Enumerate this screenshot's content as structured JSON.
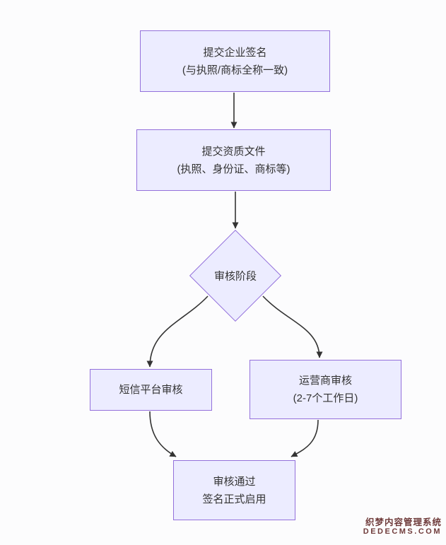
{
  "diagram": {
    "type": "flowchart",
    "direction": "top-down",
    "nodes": {
      "submit_signature": {
        "shape": "rect",
        "line1": "提交企业签名",
        "line2": "(与执照/商标全称一致)"
      },
      "submit_documents": {
        "shape": "rect",
        "line1": "提交资质文件",
        "line2": "(执照、身份证、商标等)"
      },
      "review_stage": {
        "shape": "diamond",
        "label": "审核阶段"
      },
      "sms_review": {
        "shape": "rect",
        "line1": "短信平台审核"
      },
      "carrier_review": {
        "shape": "rect",
        "line1": "运营商审核",
        "line2": "(2-7个工作日)"
      },
      "approved": {
        "shape": "rect",
        "line1": "审核通过",
        "line2": "签名正式启用"
      }
    },
    "edges": [
      {
        "from": "submit_signature",
        "to": "submit_documents"
      },
      {
        "from": "submit_documents",
        "to": "review_stage"
      },
      {
        "from": "review_stage",
        "to": "sms_review"
      },
      {
        "from": "review_stage",
        "to": "carrier_review"
      },
      {
        "from": "sms_review",
        "to": "approved"
      },
      {
        "from": "carrier_review",
        "to": "approved"
      }
    ],
    "colors": {
      "node_fill": "#ECECFF",
      "node_border": "#9370DB",
      "edge": "#333333",
      "text": "#333333",
      "background": "#fcfcfd"
    }
  },
  "watermark": {
    "line1": "织梦内容管理系统",
    "line2": "DEDECMS.COM",
    "color": "#6e3a3a"
  }
}
